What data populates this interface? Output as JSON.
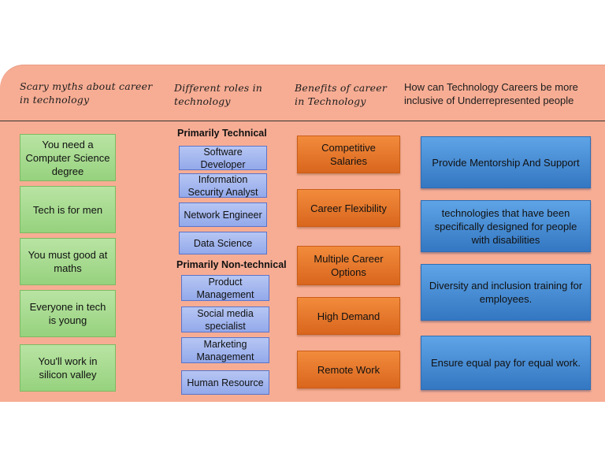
{
  "headers": {
    "col1": "Scary myths about career in technology",
    "col2": "Different roles in technology",
    "col3": "Benefits of career in Technology",
    "col4": "How can Technology Careers be more inclusive of Underrepresented people"
  },
  "myths": [
    "You need a Computer Science degree",
    "Tech is for men",
    "You must good at maths",
    "Everyone in tech is young",
    "You'll work in silicon valley"
  ],
  "roles": {
    "technical_title": "Primarily Technical",
    "technical": [
      "Software Developer",
      "Information Security Analyst",
      "Network Engineer",
      "Data Science"
    ],
    "nontechnical_title": "Primarily Non-technical",
    "nontechnical": [
      "Product Management",
      "Social media specialist",
      "Marketing Management",
      "Human Resource"
    ]
  },
  "benefits": [
    "Competitive Salaries",
    "Career Flexibility",
    "Multiple Career Options",
    "High Demand",
    "Remote Work"
  ],
  "inclusion": [
    "Provide Mentorship And Support",
    "technologies that have been specifically designed for people with disabilities",
    "Diversity and inclusion training for employees.",
    "Ensure equal pay for equal work."
  ]
}
